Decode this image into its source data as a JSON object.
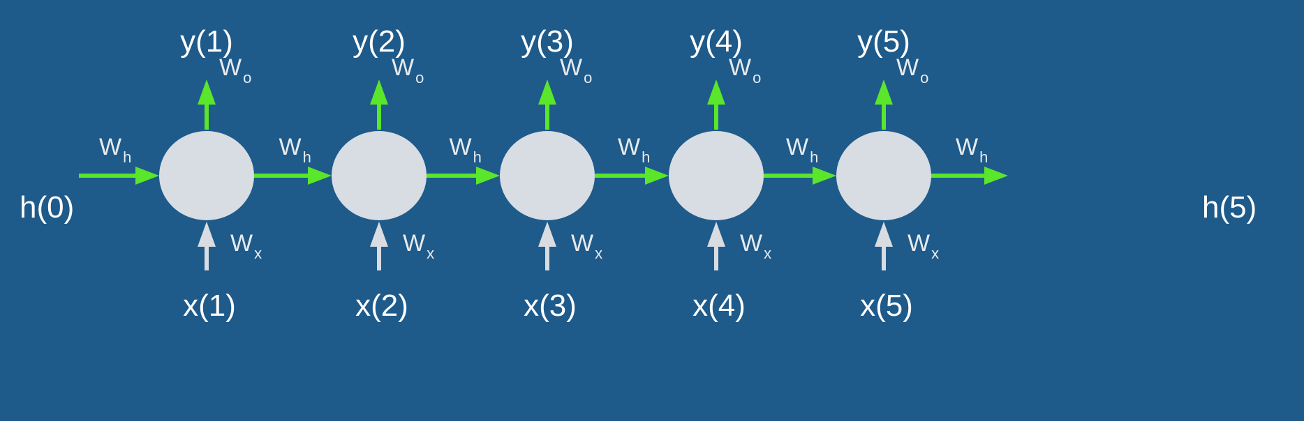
{
  "diagram": {
    "initial_hidden_state": "h(0)",
    "final_hidden_state": "h(5)",
    "weight_labels": {
      "hidden": {
        "base": "W",
        "sub": "h"
      },
      "output": {
        "base": "W",
        "sub": "o"
      },
      "input": {
        "base": "W",
        "sub": "x"
      }
    },
    "steps": [
      {
        "input": "x(1)",
        "output": "y(1)"
      },
      {
        "input": "x(2)",
        "output": "y(2)"
      },
      {
        "input": "x(3)",
        "output": "y(3)"
      },
      {
        "input": "x(4)",
        "output": "y(4)"
      },
      {
        "input": "x(5)",
        "output": "y(5)"
      }
    ]
  },
  "colors": {
    "background": "#1e5a8a",
    "node_fill": "#d7dde2",
    "recurrent_arrow": "#5ae62a",
    "input_arrow": "#d9dde1",
    "text": "#ffffff"
  }
}
